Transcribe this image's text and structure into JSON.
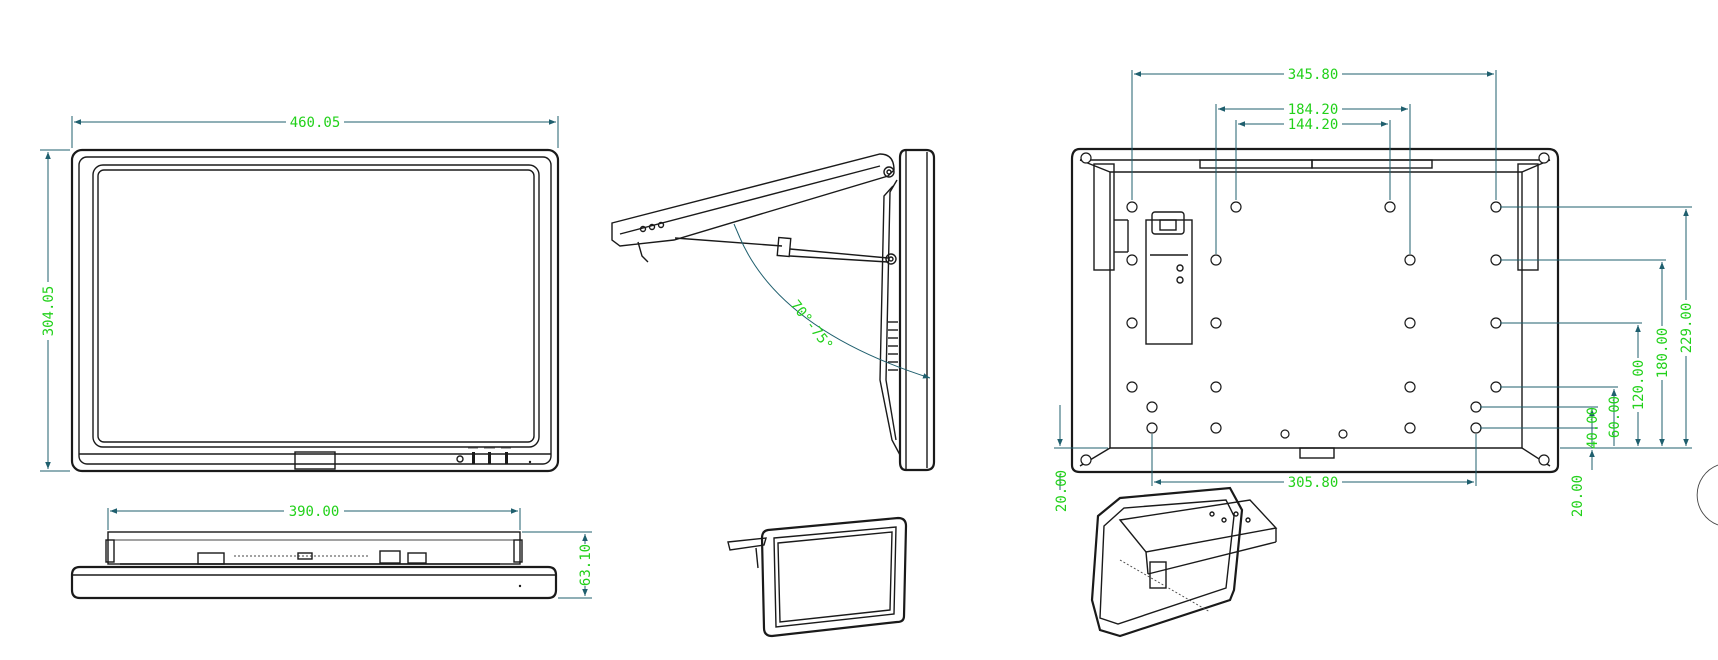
{
  "dimensions": {
    "front_width": "460.05",
    "front_height": "304.05",
    "bottom_width": "390.00",
    "bottom_depth": "63.10",
    "tilt_angle": "70°-75°",
    "back_outer_width": "345.80",
    "back_mid_width": "184.20",
    "back_inner_width": "144.20",
    "back_bottom_width": "305.80",
    "back_height_229": "229.00",
    "back_height_180": "180.00",
    "back_height_120": "120.00",
    "back_height_60": "60.00",
    "back_height_40": "40.00",
    "back_offset_right": "20.00",
    "back_offset_left": "20.00"
  },
  "colors": {
    "dimension_text": "#22d11a",
    "dimension_line": "#1f5f6e",
    "outline": "#1a1a1a"
  }
}
